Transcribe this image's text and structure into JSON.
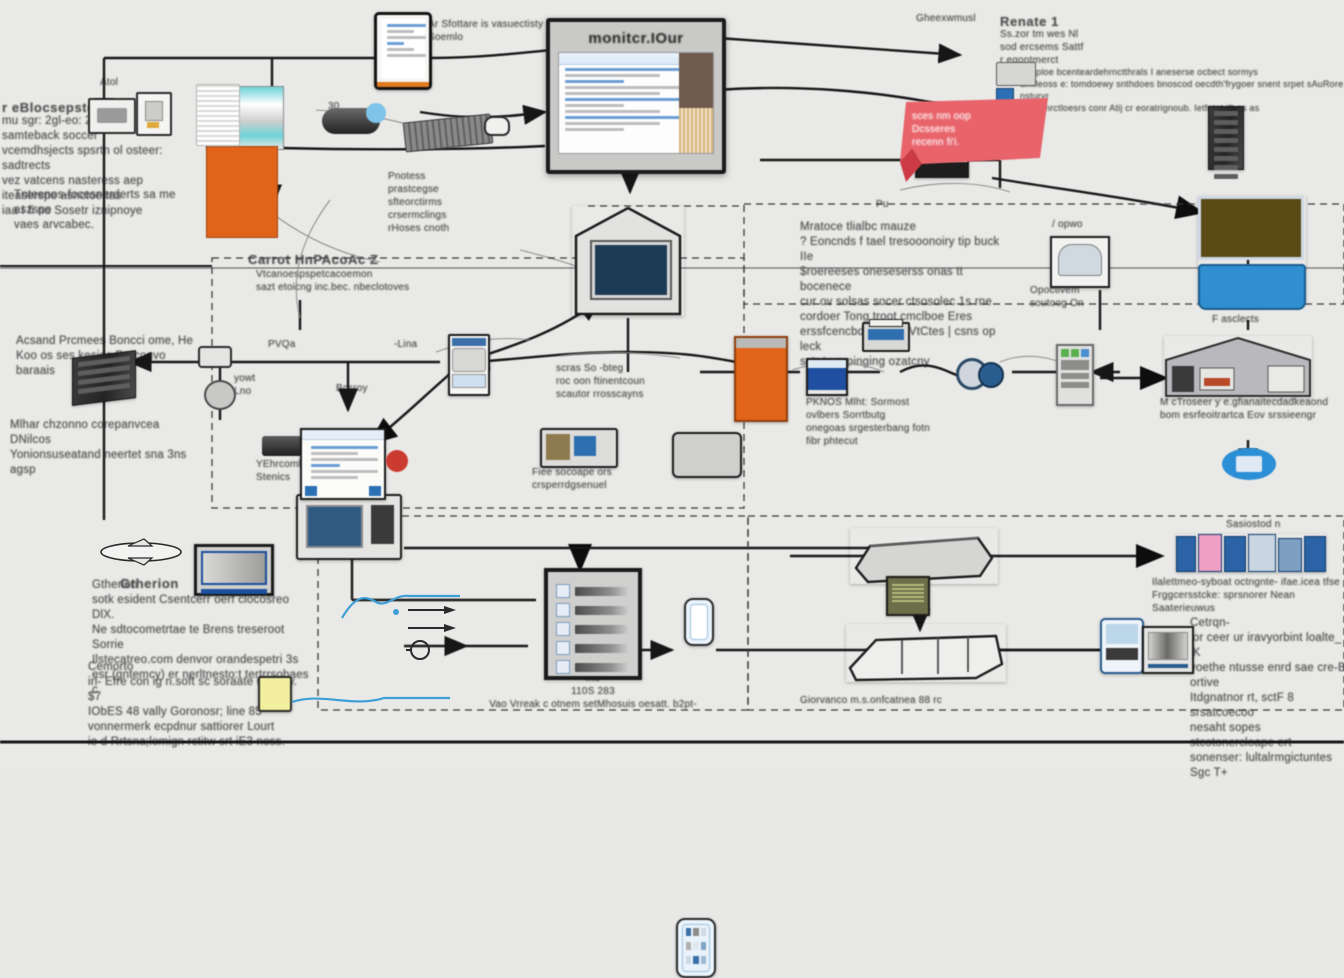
{
  "meta": {
    "kind": "architecture-diagram",
    "background_color": "#e9e9e7",
    "line_color": "#141414",
    "accent_orange": "#e2631a",
    "accent_blue": "#2b8fd6",
    "accent_red": "#e8636a",
    "accent_yellow": "#f2ef9f"
  },
  "center": {
    "monitor_title": "monitcr.IOur"
  },
  "labels": {
    "top_left_link": "Atol",
    "top_left_block_title": "r eBlocsepstersbas",
    "top_left_block_body": "mu sgr: 2gl-eo: 25C8T\nsamteback soccer\nvcemdhsjects spsrtn ol osteer: sadtrects\nvez vatcens nasteress aep iteaserspe asnctoe tas\niaa I fi no Sosetr iznipnoye",
    "top_left_note": "Tnteenos-focesnerderts sa me aszspe\nvaes arvcabec.",
    "tablet_top_caption": "Ar Sfottare is vasuectisty\nSoemlo",
    "cable_label_right_of_glasses": "Pnotess\nprastcegse\nsfteorctirms\ncrsermclings\nrHoses cnoth",
    "left_mid_block": "Acsand Prcmees Boncci ome, He\nKoo os ses kesjes Borcogvo baraais",
    "left_low_block": "Mlhar chzonno corepanvcea DNilcos\nYonionsuseatand  neertet sna 3ns\nagsp",
    "group_label_pva": "PVQa",
    "group_label_line": "-Lina",
    "label_yowt_lno": "yowt\nLno",
    "label_bcsroy": "Bcsroy",
    "dashed_group_title": "Carrot HnPAcoAc Z",
    "dashed_group_sub": "Vtcanoespspetcacoemon\nsazt etoicng inc.bec. nbeclotoves",
    "center_low_note": "scras So  -bteg\nroc oon ftinentcoun\nscautor rrosscayns",
    "systems_note": "Mratoce tlialbc mauze\n? Eoncnds f tael tresooonoiry tip buck IIe\n$roereeses oneseserss onas tt bocenece\ncur ov solsas socer ctsosolec 1s rne\ncordoer Tong troot cmclboe Eres\nerssfcencbdots.ecle VtCtes | csns op leck\nsctr tu rupinging ozatcny",
    "right_box_caption": "Opoctivem\nsoutoog On",
    "right_workstation_caption": "Gumroctor.~\nF asclects",
    "right_cluster_caption": "M  cTroseer y e.gfianaitecdadkeaond\nbom esrfeoitrartca Eov srssieengr",
    "battery_caption": "PKNOS  Mlht:  Sormost ovlbers Sorrtbutg\nonegoas srgesterbang fotn fibr phtecut",
    "vbrooms_caption": "YEhrcomb\nStenics",
    "mid_bottom_caption": "Fiee socoape ors\ncrsperrdgsenuel",
    "airplane_caption": "Gtherion\nsotk esident Csentcerr oerf clocosreo DlX.\nNe sdtocometrtae te  Brens  treseroot Sorrie\nIlstecatreo.com denvor orandespetri 3s\nesr (gntemcy) er nerltnesto:t tertrrsobaes c",
    "comments_caption": "Cemorto\nirl- Efre con ig n.soft sc soraate 6 dblvv. $7\nIObES 48 vally Goronosr; line 85\nvonnermerk ecpdnur sattiorer Lourt\nie d Rrtsna;lomign rctitw srt iE3 noss.",
    "bottom_center_caption": "Iho\n110S 283\nVao Vrreak c otnem setMhosuis oesatt. b2pt-",
    "bottom_right_group_caption": "Giorvanco m.s.onfcatnea 88 rc",
    "bottom_right_cluster_caption": "Ilalettmeo-syboat octngnte- ifae.icea tfse\nFrggcersstcke: sprsnorer Nean Saaterieuwus",
    "bottom_right_console_caption": "Cetrqn-\nlor ceer ur iravyorbint loalte_ jK\nvoethe  ntusse enrd  sae  cre-B ortive\nItdgnatnor rt, sctF 8 srsatcoecoo\nnesaht sopes stcotonercloape ert\nsonenser: lultalrmgictuntes Sgc T+",
    "bottom_right_small_caption": "Sasiostod  n",
    "ribbon_text": "sces nm oop\nDcsseres\nrecenn fi'i.",
    "network_label_right": "Gheexwmusl",
    "popup_title": "Renate  1",
    "popup_body": "Ss.zor tm wes Nl\nsod ercsems  Sattf\nr egontmerct",
    "popup_rows": "Thaploe  bcenteardehrnctthrals I aneserse ocbect sormys\nul.Meoss e: tomdoewy snthdoes bnoscod oecdth'frygoer snent  srpet sAuRore nsturvr\nRboe nrctloesrs conr Atij cr eoratrignoub. Ietfetot tft es as",
    "camera_caption": "/ opwo",
    "printer_label": "Pu",
    "left_socket_label": "Atol"
  }
}
